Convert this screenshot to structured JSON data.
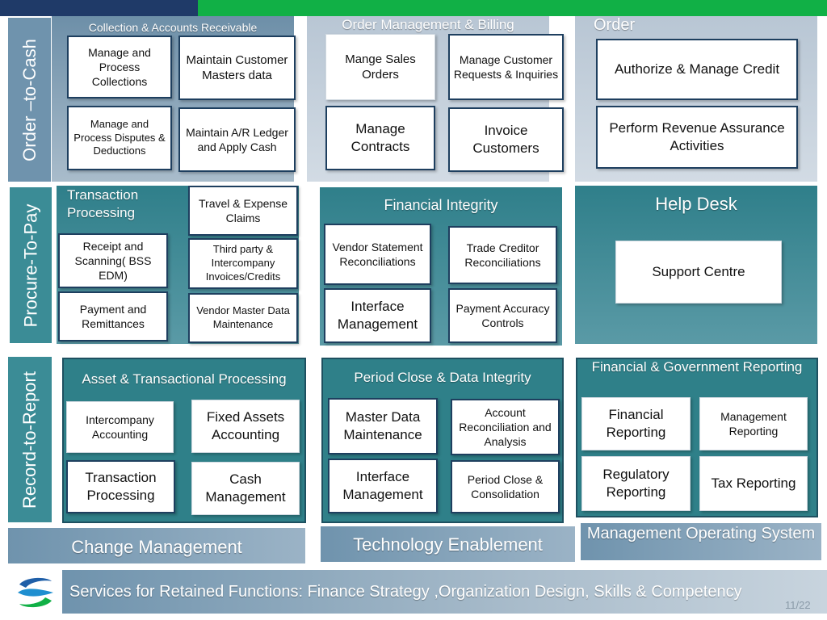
{
  "colors": {
    "navy": "#1f3a68",
    "green": "#11b046",
    "teal": "#2f7f8a",
    "slate": "#6d8fa8"
  },
  "sections": {
    "order_to_cash": "Order –to-Cash",
    "procure_to_pay": "Procure-To-Pay",
    "record_to_report": "Record-to-Report"
  },
  "o2c": {
    "collection": {
      "title": "Collection & Accounts Receivable",
      "items": [
        "Manage and Process Collections",
        "Maintain Customer Masters data",
        "Manage and Process Disputes & Deductions",
        "Maintain A/R Ledger and Apply Cash"
      ]
    },
    "billing": {
      "title": "Order Management & Billing",
      "items": [
        "Mange Sales Orders",
        "Manage Customer Requests & Inquiries",
        "Manage Contracts",
        "Invoice Customers"
      ]
    },
    "order": {
      "title": "Order",
      "items": [
        "Authorize & Manage Credit",
        "Perform Revenue Assurance Activities"
      ]
    }
  },
  "p2p": {
    "transaction": {
      "title": "Transaction Processing",
      "items": [
        "Travel & Expense Claims",
        "Receipt and Scanning( BSS EDM)",
        "Third party & Intercompany Invoices/Credits",
        "Payment and Remittances",
        "Vendor Master Data Maintenance"
      ]
    },
    "integrity": {
      "title": "Financial  Integrity",
      "items": [
        "Vendor Statement Reconciliations",
        "Trade Creditor Reconciliations",
        "Interface Management",
        "Payment Accuracy Controls"
      ]
    },
    "helpdesk": {
      "title": "Help Desk",
      "items": [
        "Support Centre"
      ]
    }
  },
  "r2r": {
    "asset": {
      "title": "Asset & Transactional Processing",
      "items": [
        "Intercompany Accounting",
        "Fixed Assets Accounting",
        "Transaction Processing",
        "Cash Management"
      ]
    },
    "period": {
      "title": "Period Close & Data Integrity",
      "items": [
        "Master Data Maintenance",
        "Account Reconciliation and Analysis",
        "Interface Management",
        "Period Close & Consolidation"
      ]
    },
    "reporting": {
      "title": "Financial & Government Reporting",
      "items": [
        "Financial Reporting",
        "Management Reporting",
        "Regulatory Reporting",
        "Tax Reporting"
      ]
    }
  },
  "bottom": {
    "change": "Change Management",
    "technology": "Technology Enablement",
    "mos": "Management Operating System"
  },
  "footer": {
    "services": "Services for Retained Functions: Finance Strategy ,Organization Design, Skills & Competency",
    "page": "11/22"
  }
}
